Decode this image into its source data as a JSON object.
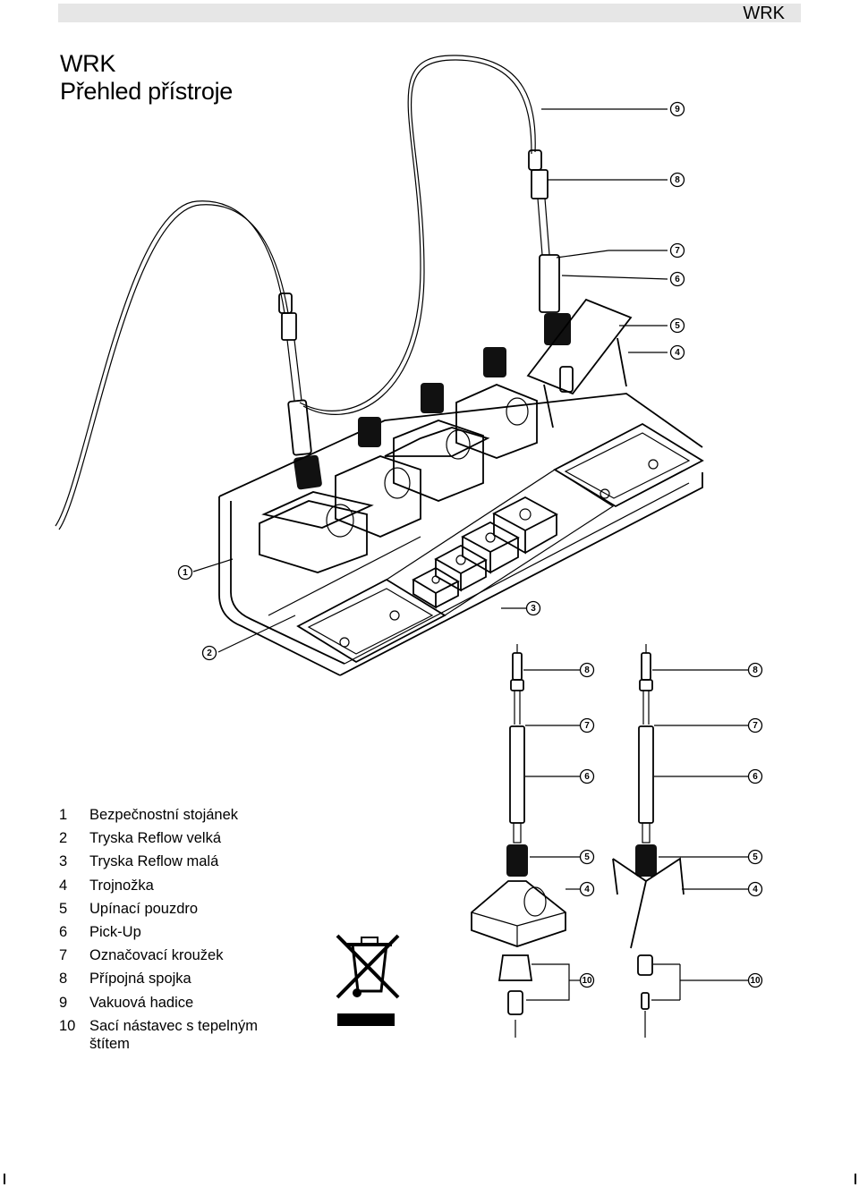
{
  "header": {
    "label": "WRK"
  },
  "title": {
    "line1": "WRK",
    "line2": "Přehled přístroje"
  },
  "legend": [
    {
      "num": "1",
      "text": "Bezpečnostní stojánek"
    },
    {
      "num": "2",
      "text": "Tryska Reflow velká"
    },
    {
      "num": "3",
      "text": "Tryska Reflow malá"
    },
    {
      "num": "4",
      "text": "Trojnožka"
    },
    {
      "num": "5",
      "text": "Upínací pouzdro"
    },
    {
      "num": "6",
      "text": "Pick-Up"
    },
    {
      "num": "7",
      "text": "Označovací kroužek"
    },
    {
      "num": "8",
      "text": "Přípojná spojka"
    },
    {
      "num": "9",
      "text": "Vakuová hadice"
    },
    {
      "num": "10",
      "text": "Sací nástavec s tepelným",
      "continuation": "štítem"
    }
  ],
  "callouts": {
    "main": [
      "9",
      "8",
      "7",
      "6",
      "5",
      "4",
      "1",
      "2",
      "3"
    ],
    "left_tool": [
      "8",
      "7",
      "6",
      "5",
      "4",
      "10"
    ],
    "right_tool": [
      "8",
      "7",
      "6",
      "5",
      "4",
      "10"
    ]
  },
  "icons": [
    "weee-crossed-bin-icon"
  ]
}
